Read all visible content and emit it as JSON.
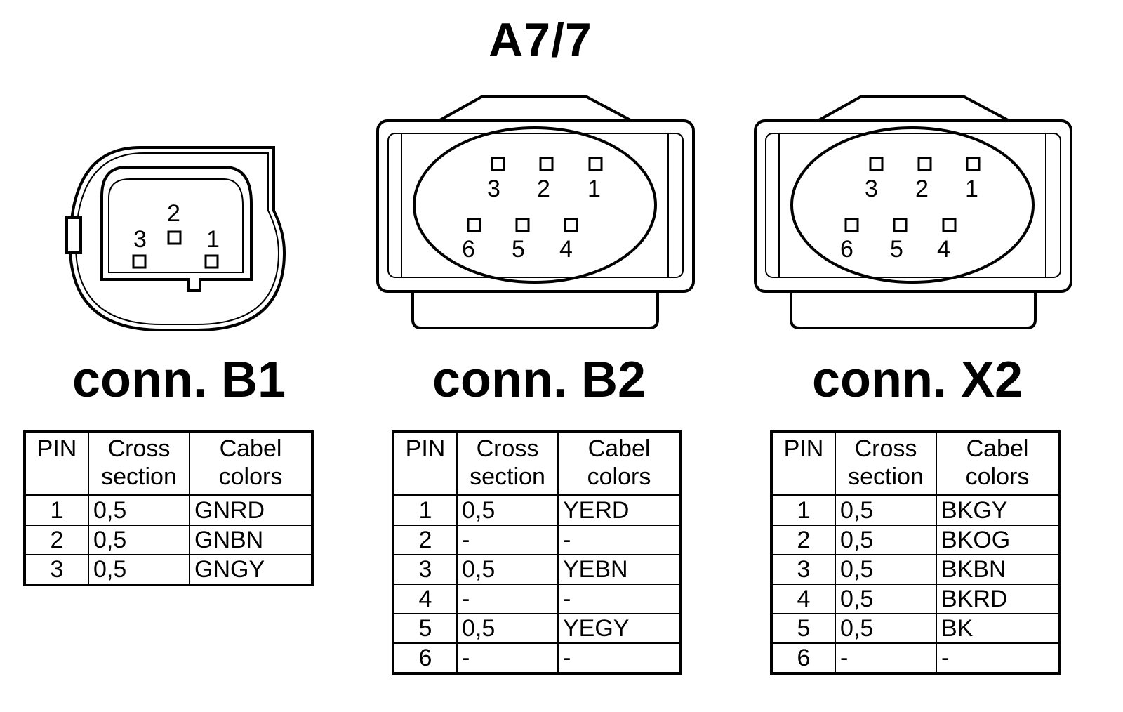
{
  "title": "A7/7",
  "connectors": [
    {
      "label": "conn. B1",
      "pin_labels": [
        "1",
        "2",
        "3"
      ],
      "headers": {
        "pin": "PIN",
        "cross": "Cross\nsection",
        "colors": "Cabel\ncolors"
      },
      "rows": [
        {
          "pin": "1",
          "cross": "0,5",
          "color": "GNRD"
        },
        {
          "pin": "2",
          "cross": "0,5",
          "color": "GNBN"
        },
        {
          "pin": "3",
          "cross": "0,5",
          "color": "GNGY"
        }
      ]
    },
    {
      "label": "conn. B2",
      "pin_labels": [
        "3",
        "2",
        "1",
        "6",
        "5",
        "4"
      ],
      "headers": {
        "pin": "PIN",
        "cross": "Cross\nsection",
        "colors": "Cabel\ncolors"
      },
      "rows": [
        {
          "pin": "1",
          "cross": "0,5",
          "color": "YERD"
        },
        {
          "pin": "2",
          "cross": "-",
          "color": "-"
        },
        {
          "pin": "3",
          "cross": "0,5",
          "color": "YEBN"
        },
        {
          "pin": "4",
          "cross": "-",
          "color": "-"
        },
        {
          "pin": "5",
          "cross": "0,5",
          "color": "YEGY"
        },
        {
          "pin": "6",
          "cross": "-",
          "color": "-"
        }
      ]
    },
    {
      "label": "conn. X2",
      "pin_labels": [
        "3",
        "2",
        "1",
        "6",
        "5",
        "4"
      ],
      "headers": {
        "pin": "PIN",
        "cross": "Cross\nsection",
        "colors": "Cabel\ncolors"
      },
      "rows": [
        {
          "pin": "1",
          "cross": "0,5",
          "color": "BKGY"
        },
        {
          "pin": "2",
          "cross": "0,5",
          "color": "BKOG"
        },
        {
          "pin": "3",
          "cross": "0,5",
          "color": "BKBN"
        },
        {
          "pin": "4",
          "cross": "0,5",
          "color": "BKRD"
        },
        {
          "pin": "5",
          "cross": "0,5",
          "color": "BK"
        },
        {
          "pin": "6",
          "cross": "-",
          "color": "-"
        }
      ]
    }
  ]
}
